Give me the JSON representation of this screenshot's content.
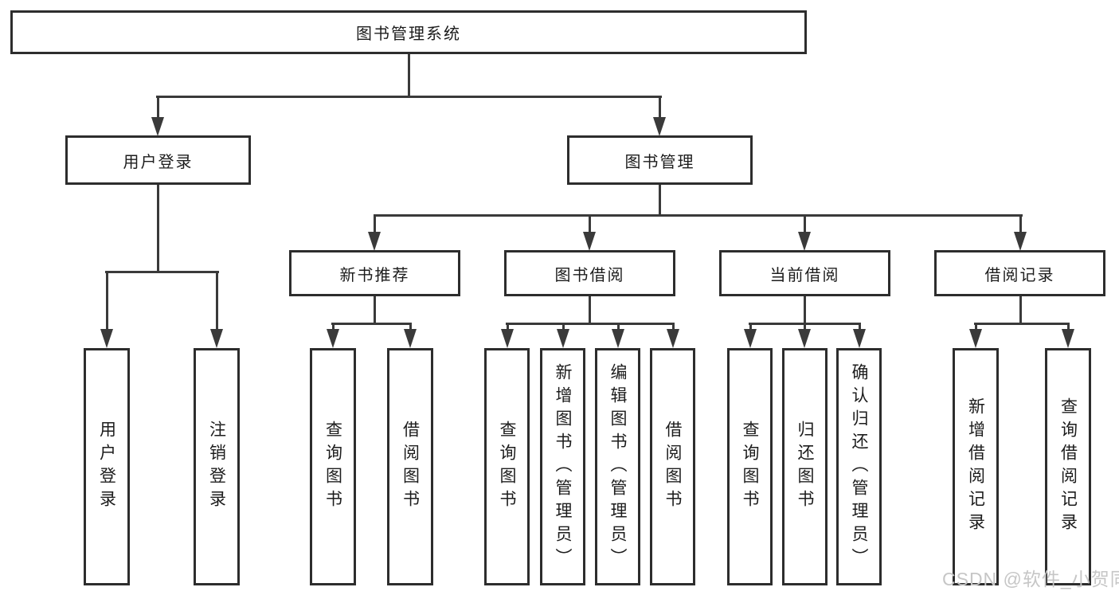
{
  "diagram": {
    "root": {
      "label": "图书管理系统"
    },
    "branches": {
      "user_login": {
        "label": "用户登录",
        "children": [
          {
            "label": "用户登录"
          },
          {
            "label": "注销登录"
          }
        ]
      },
      "book_management": {
        "label": "图书管理",
        "sections": {
          "new_book_recommend": {
            "label": "新书推荐",
            "children": [
              {
                "label": "查询图书"
              },
              {
                "label": "借阅图书"
              }
            ]
          },
          "book_borrowing": {
            "label": "图书借阅",
            "children": [
              {
                "label": "查询图书"
              },
              {
                "label": "新增图书（管理员）"
              },
              {
                "label": "编辑图书（管理员）"
              },
              {
                "label": "借阅图书"
              }
            ]
          },
          "current_borrowing": {
            "label": "当前借阅",
            "children": [
              {
                "label": "查询图书"
              },
              {
                "label": "归还图书"
              },
              {
                "label": "确认归还（管理员）"
              }
            ]
          },
          "borrowing_records": {
            "label": "借阅记录",
            "children": [
              {
                "label": "新增借阅记录"
              },
              {
                "label": "查询借阅记录"
              }
            ]
          }
        }
      }
    },
    "watermark": {
      "label": "CSDN @软件_小贺同学"
    },
    "colors": {
      "line_color": "#3a3a3a",
      "box_border_color": "#2d2d2d",
      "box_background": "#ffffff",
      "text_color": "#1c1c1c",
      "watermark_color": "#c6c6c6"
    }
  }
}
